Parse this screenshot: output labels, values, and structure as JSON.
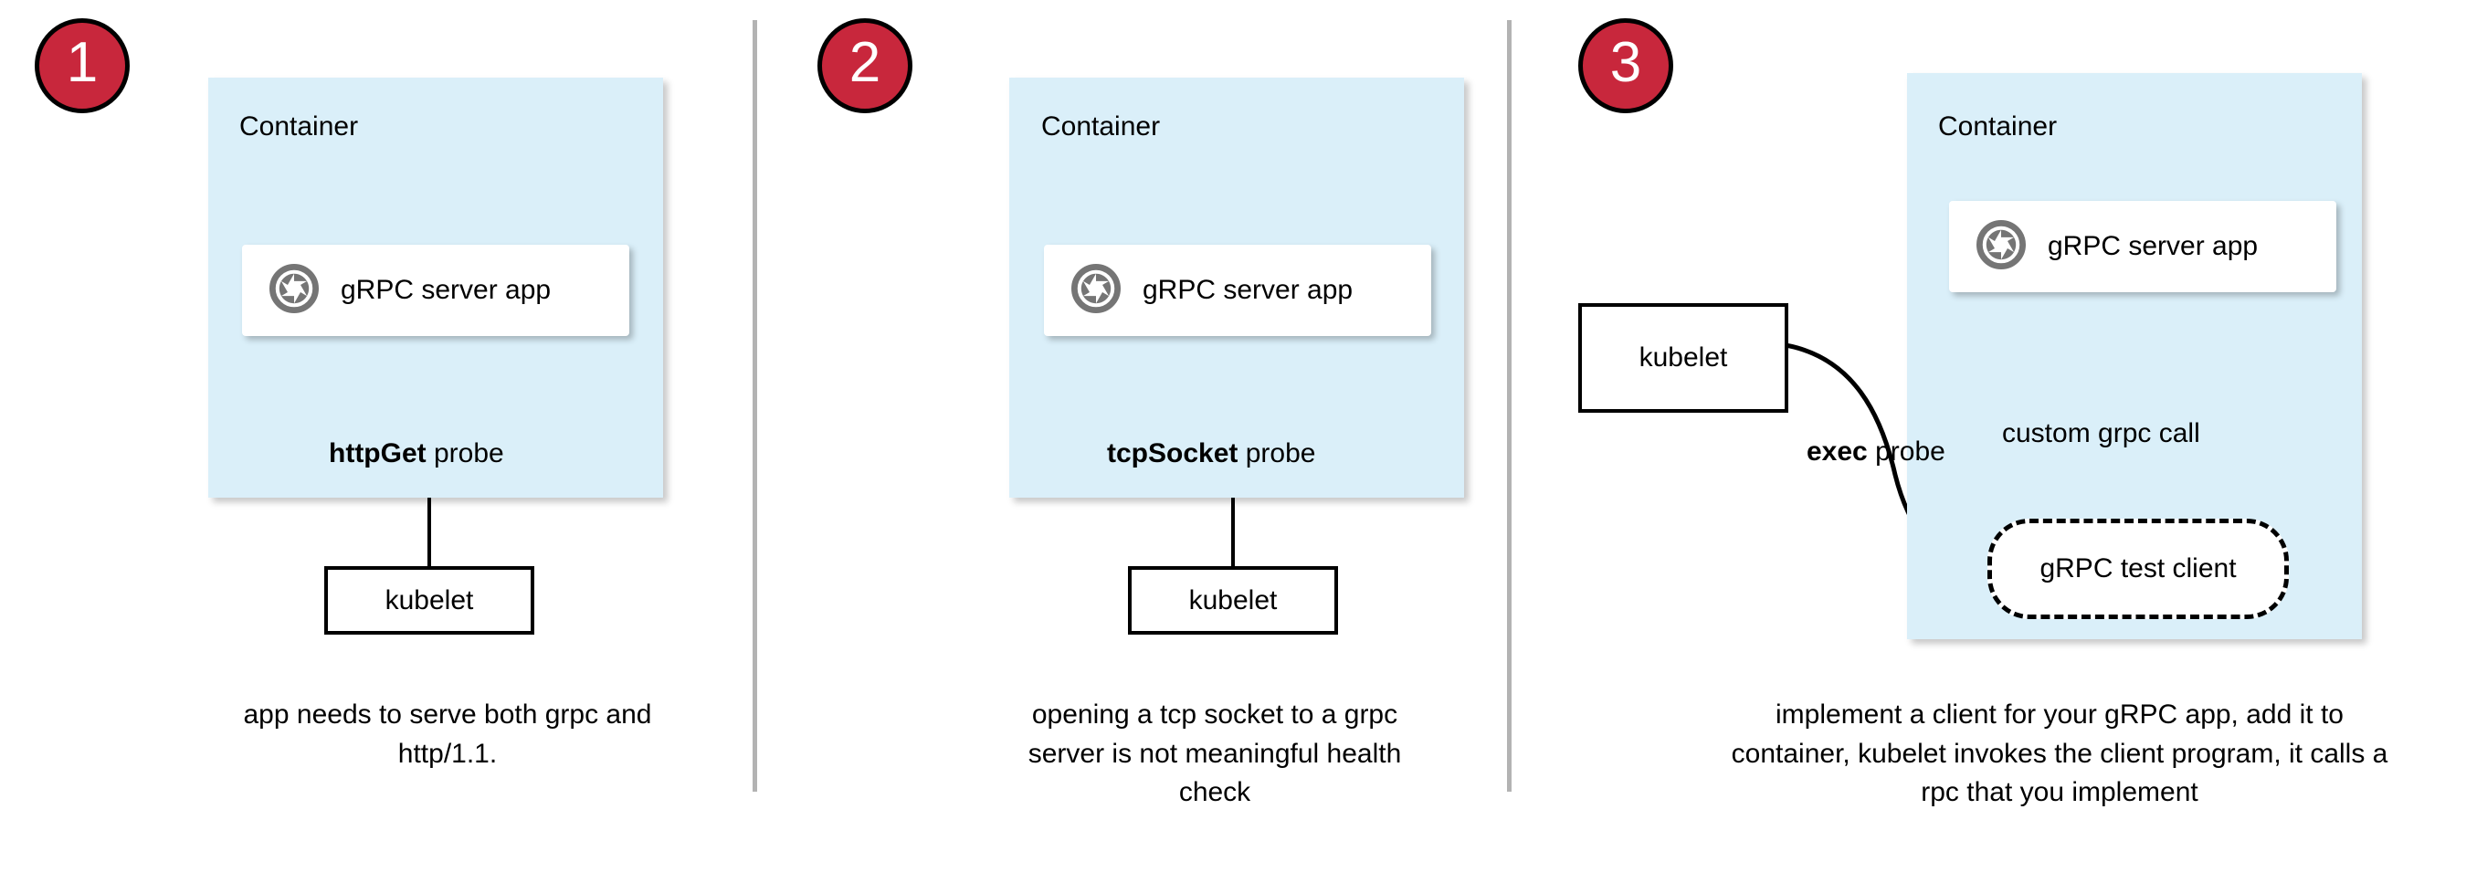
{
  "diagram": {
    "title_visible": false,
    "colors": {
      "badge_fill": "#C8273C",
      "badge_border": "#000000",
      "badge_text": "#FFFFFF",
      "container_fill": "#DAEFF9",
      "card_fill": "#FFFFFF",
      "stroke": "#000000",
      "divider": "#B3B3B3",
      "icon_gray": "#757575"
    },
    "panels": [
      {
        "step_number": "1",
        "container_label": "Container",
        "app_card": {
          "icon": "aperture-icon",
          "label": "gRPC server app"
        },
        "probe_label_bold": "httpGet",
        "probe_label_rest": " probe",
        "kubelet_label": "kubelet",
        "caption": "app needs to serve both grpc and http/1.1."
      },
      {
        "step_number": "2",
        "container_label": "Container",
        "app_card": {
          "icon": "aperture-icon",
          "label": "gRPC server app"
        },
        "probe_label_bold": "tcpSocket",
        "probe_label_rest": " probe",
        "kubelet_label": "kubelet",
        "caption": "opening a tcp socket to a grpc server is not meaningful health check"
      },
      {
        "step_number": "3",
        "container_label": "Container",
        "app_card": {
          "icon": "aperture-icon",
          "label": "gRPC server app"
        },
        "probe_label_bold": "exec",
        "probe_label_rest": " probe",
        "kubelet_label": "kubelet",
        "internal_call_label": "custom grpc call",
        "test_client_label": "gRPC test client",
        "caption": "implement a client for your gRPC app, add it to container, kubelet invokes the client program, it calls a rpc that you implement"
      }
    ]
  }
}
